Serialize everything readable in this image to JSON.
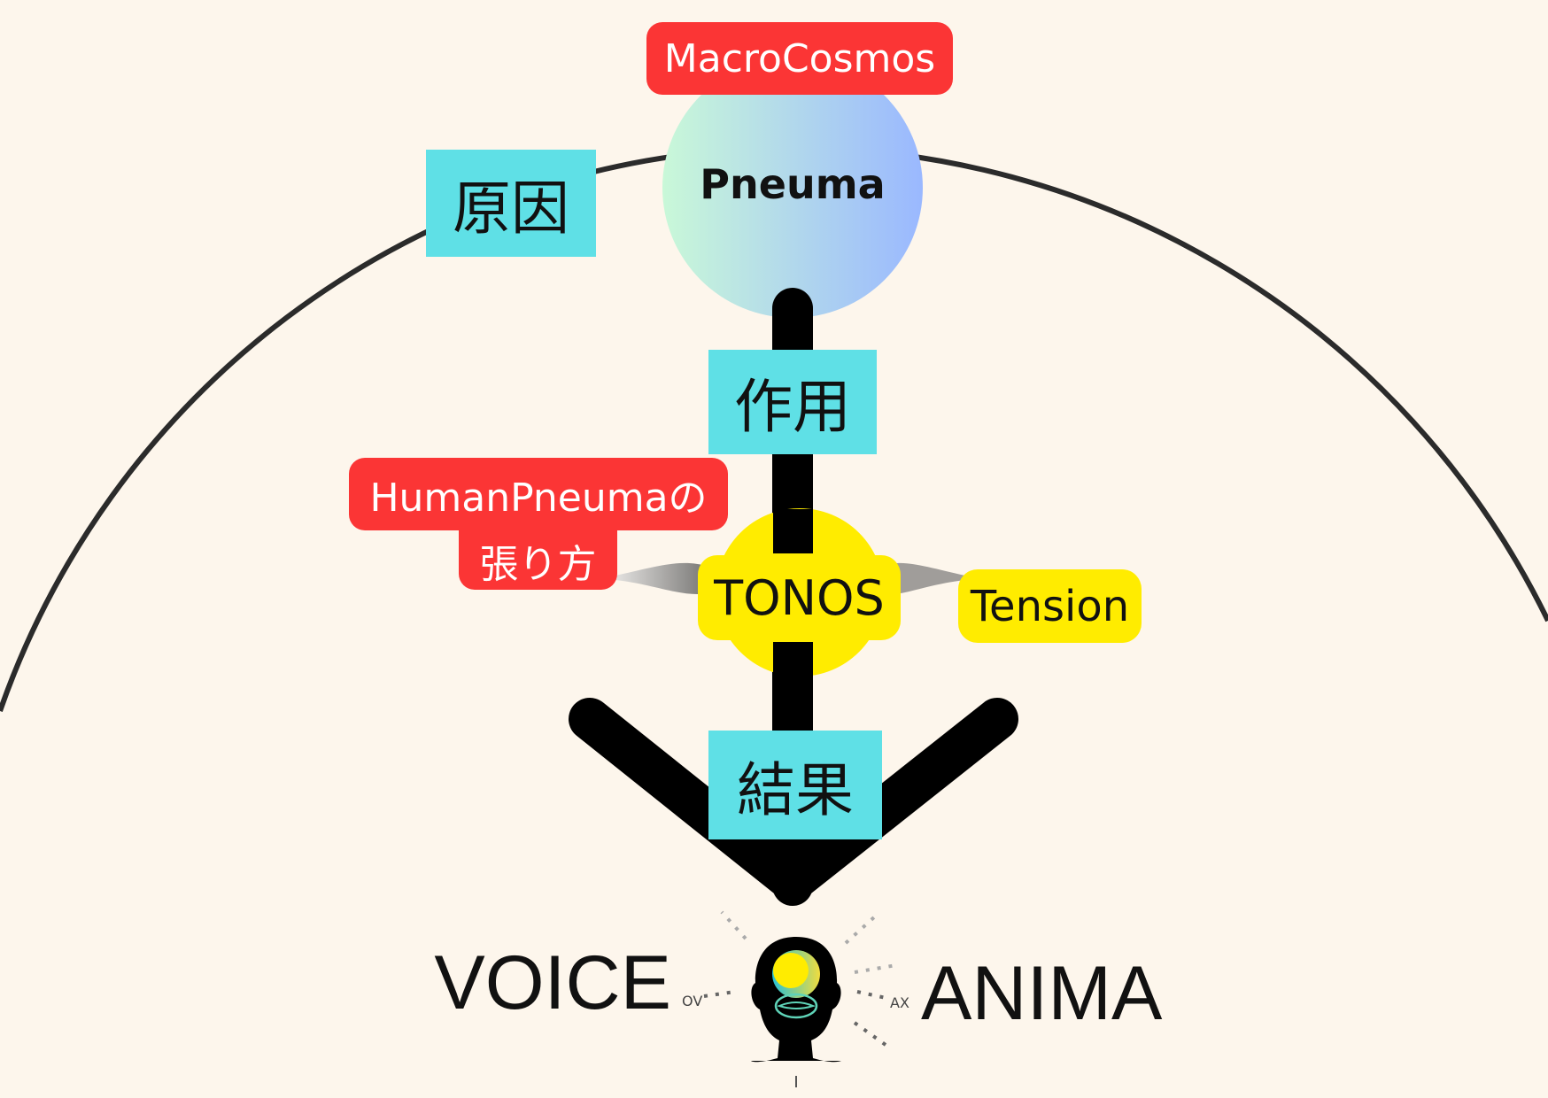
{
  "macrocosmos": "MacroCosmos",
  "pneuma": "Pneuma",
  "cause": "原因",
  "action": "作用",
  "human_pneuma_line1": "HumanPneumaの",
  "human_pneuma_line2": "張り方",
  "tonos": "TONOS",
  "tension": "Tension",
  "result": "結果",
  "voice": "VOICE",
  "anima": "ANIMA",
  "head_label_left": "OV",
  "head_label_right": "AX",
  "colors": {
    "cyan": "#5fe0e6",
    "red": "#fb3535",
    "yellow": "#ffec00",
    "background": "#fdf6ec"
  }
}
